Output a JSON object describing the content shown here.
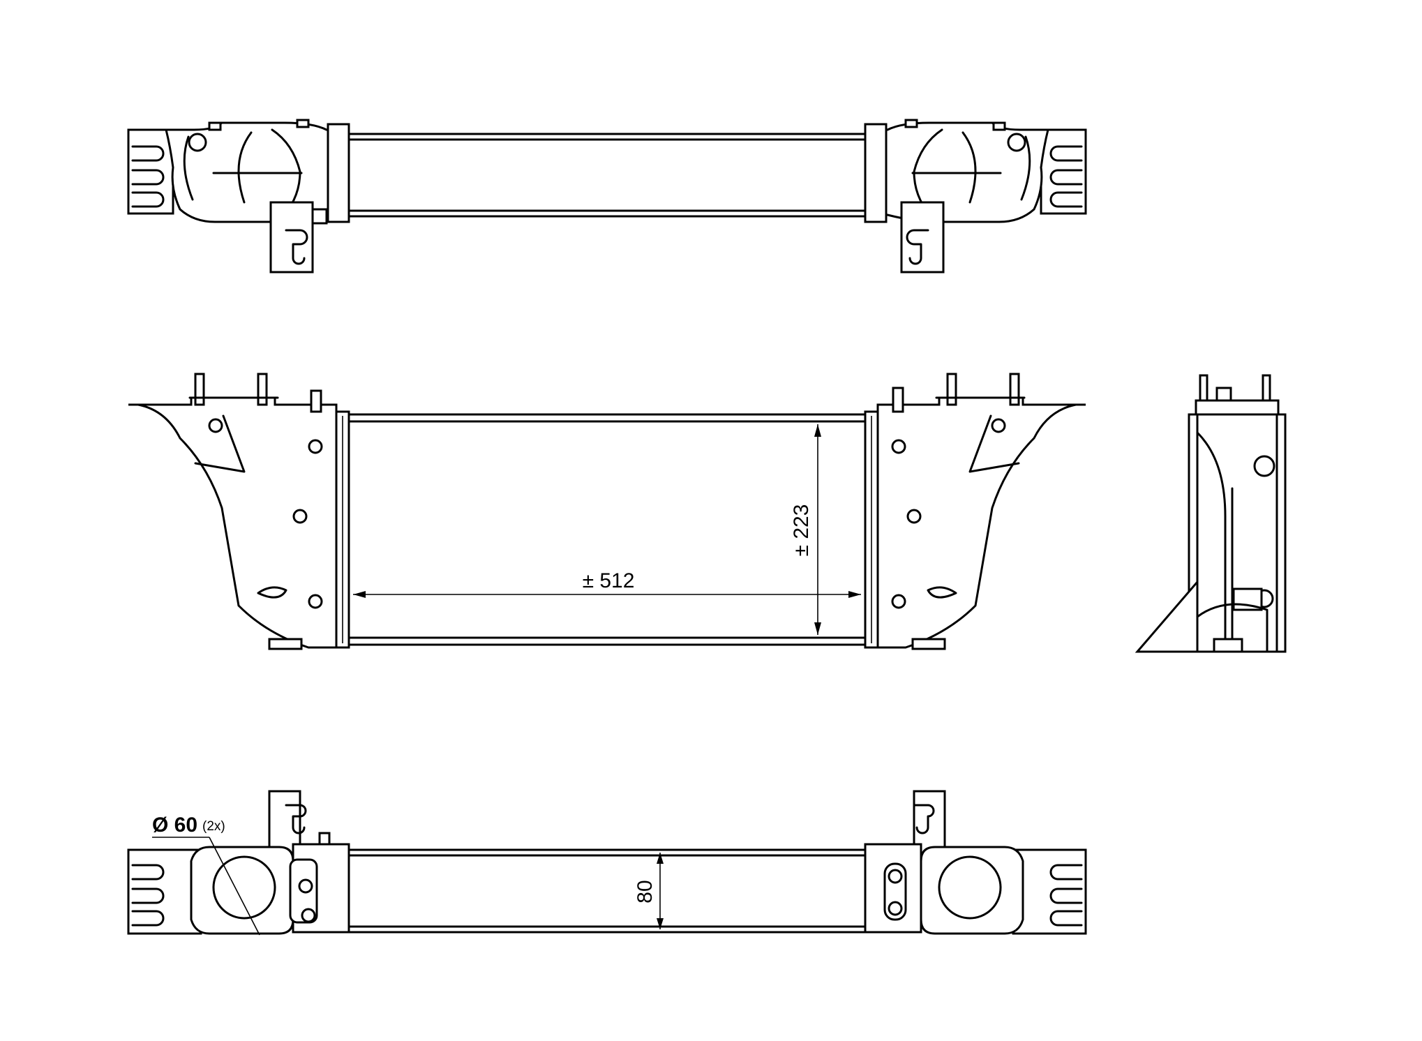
{
  "dimensions": {
    "width_label": "± 512",
    "height_label": "± 223",
    "depth_label": "80",
    "pipe_diameter_label": "Ø 60",
    "pipe_count_label": "(2x)"
  }
}
